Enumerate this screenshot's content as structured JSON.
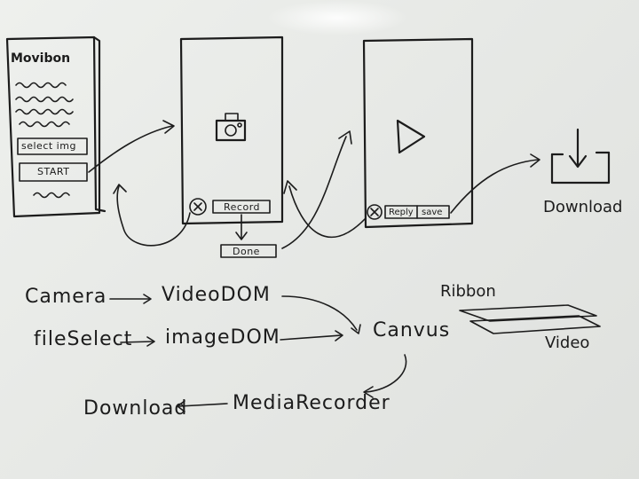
{
  "screen1": {
    "title": "Movibon",
    "select_button": "select img",
    "start_button": "START"
  },
  "screen2": {
    "record_button": "Record",
    "done_button": "Done"
  },
  "screen3": {
    "reply_button": "Reply",
    "save_button": "save"
  },
  "download_label": "Download",
  "flow": {
    "camera": "Camera",
    "video_dom": "VideoDOM",
    "file_select": "fileSelect",
    "image_dom": "imageDOM",
    "canvas": "Canvus",
    "media_recorder": "MediaRecorder",
    "download": "Download",
    "ribbon": "Ribbon",
    "video": "Video"
  }
}
